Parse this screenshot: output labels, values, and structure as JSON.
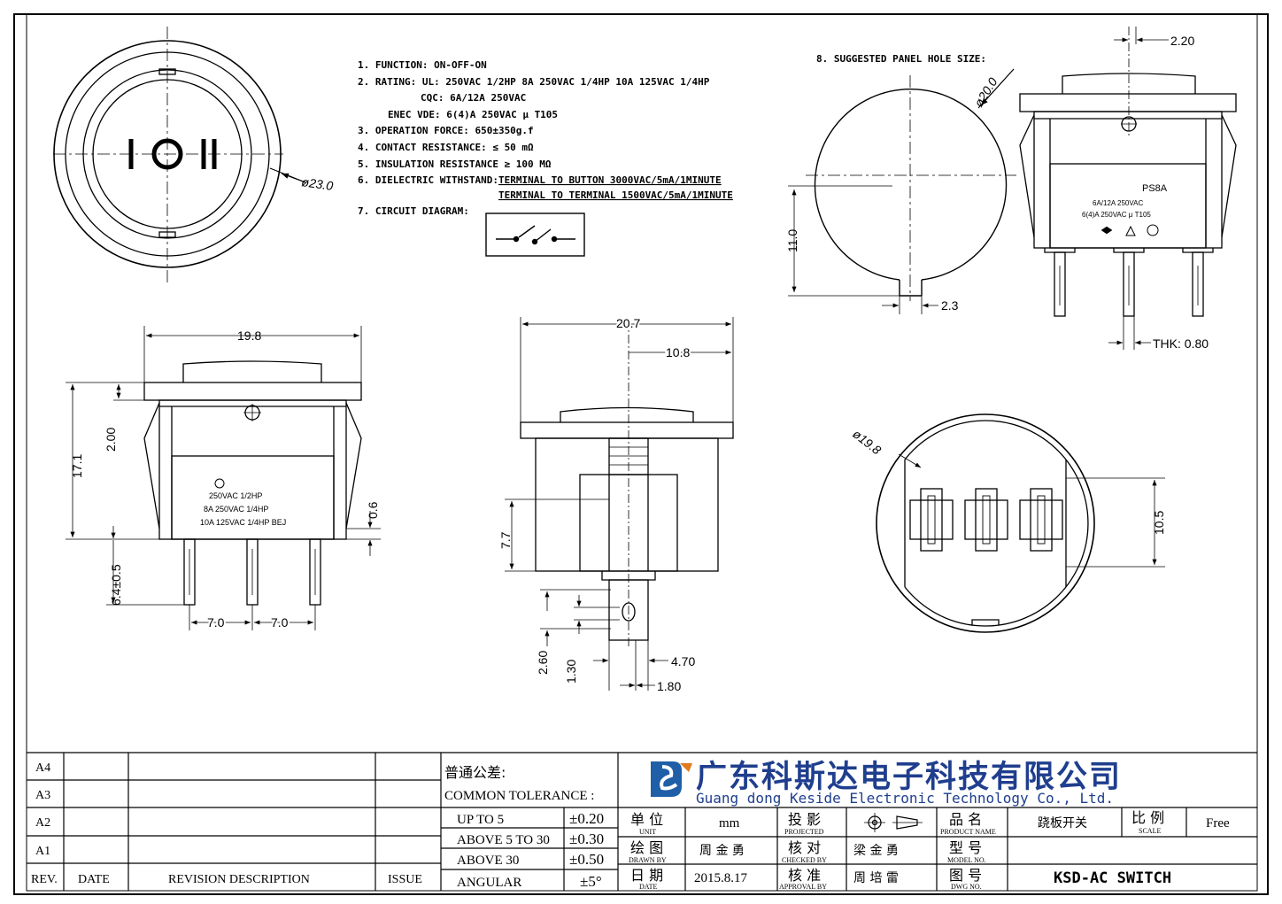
{
  "specs": {
    "lines": [
      "1. FUNCTION: ON-OFF-ON",
      "2. RATING:  UL: 250VAC 1/2HP   8A 250VAC 1/4HP   10A 125VAC 1/4HP",
      "CQC: 6A/12A 250VAC",
      "ENEC VDE: 6(4)A 250VAC μ T105",
      "3. OPERATION FORCE: 650±350g.f",
      "4. CONTACT RESISTANCE: ≤ 50 mΩ",
      "5. INSULATION RESISTANCE ≥ 100 MΩ",
      "6. DIELECTRIC WITHSTAND:",
      "7. CIRCUIT DIAGRAM:"
    ],
    "dielectric_1": "TERMINAL TO BUTTON 3000VAC/5mA/1MINUTE",
    "dielectric_2": "TERMINAL TO TERMINAL 1500VAC/5mA/1MINUTE",
    "panel_hole": "8. SUGGESTED PANEL HOLE SIZE:"
  },
  "dimensions": {
    "d23": "ø23.0",
    "d20": "ø20.0",
    "d19_8": "ø19.8",
    "w19_8": "19.8",
    "h17_1": "17.1",
    "h2_00": "2.00",
    "h0_6": "0.6",
    "h6_4": "6.4±0.5",
    "p7_0a": "7.0",
    "p7_0b": "7.0",
    "w20_7": "20.7",
    "w10_8": "10.8",
    "h7_7": "7.7",
    "h2_60": "2.60",
    "h1_30": "1.30",
    "w4_70": "4.70",
    "w1_80": "1.80",
    "h11_0": "11.0",
    "w2_3": "2.3",
    "w2_20": "2.20",
    "thk": "THK: 0.80",
    "w10_5": "10.5"
  },
  "front_marks": "I O II",
  "labels": {
    "side": [
      "250VAC 1/2HP",
      "8A 250VAC 1/4HP",
      "10A 125VAC 1/4HP   BEJ"
    ],
    "right_model": "PS8A",
    "right_lines": [
      "6A/12A 250VAC",
      "6(4)A 250VAC μ T105"
    ]
  },
  "title_block": {
    "revisions": [
      "A4",
      "A3",
      "A2",
      "A1"
    ],
    "rev_header": {
      "rev": "REV.",
      "date": "DATE",
      "desc": "REVISION DESCRIPTION",
      "issue": "ISSUE"
    },
    "tolerance_cn": "普通公差:",
    "tolerance_en": "COMMON TOLERANCE :",
    "tolerances": [
      {
        "range": "UP TO 5",
        "value": "±0.20"
      },
      {
        "range": "ABOVE 5 TO 30",
        "value": "±0.30"
      },
      {
        "range": "ABOVE 30",
        "value": "±0.50"
      },
      {
        "range": "ANGULAR",
        "value": "±5°"
      }
    ],
    "company_cn": "广东科斯达电子科技有限公司",
    "company_en": "Guang dong Keside  Electronic Technology Co., Ltd.",
    "unit_cn": "单 位",
    "unit_en": "UNIT",
    "unit_value": "mm",
    "projected_cn": "投 影",
    "projected_en": "PROJECTED",
    "product_cn": "品 名",
    "product_en": "PRODUCT NAME",
    "product_value": "跷板开关",
    "scale_cn": "比 例",
    "scale_en": "SCALE",
    "scale_value": "Free",
    "drawn_cn": "绘 图",
    "drawn_en": "DRAWN BY",
    "drawn_value": "周 金 勇",
    "checked_cn": "核 对",
    "checked_en": "CHECKED BY",
    "checked_value": "梁 金 勇",
    "model_cn": "型 号",
    "model_en": "MODEL NO.",
    "date_cn": "日 期",
    "date_en": "DATE",
    "date_value": "2015.8.17",
    "approval_cn": "核 准",
    "approval_en": "APPROVAL BY",
    "approval_value": "周 培 雷",
    "dwg_cn": "图 号",
    "dwg_en": "DWG NO.",
    "dwg_value": "KSD-AC SWITCH"
  }
}
